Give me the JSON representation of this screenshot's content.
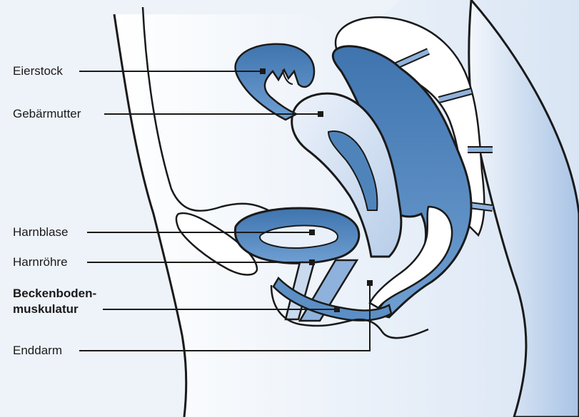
{
  "labels": {
    "eierstock": "Eierstock",
    "gebaermutter": "Gebärmutter",
    "harnblase": "Harnblase",
    "harnroehre": "Harnröhre",
    "beckenboden_line1": "Beckenboden-",
    "beckenboden_line2": "muskulatur",
    "enddarm": "Enddarm"
  },
  "colors": {
    "background": "#eef2f9",
    "organ_dark": "#4a7fb5",
    "organ_mid": "#7fa9d6",
    "organ_light": "#c9d9ee",
    "outline": "#1a1a1a",
    "skin": "#ffffff"
  }
}
